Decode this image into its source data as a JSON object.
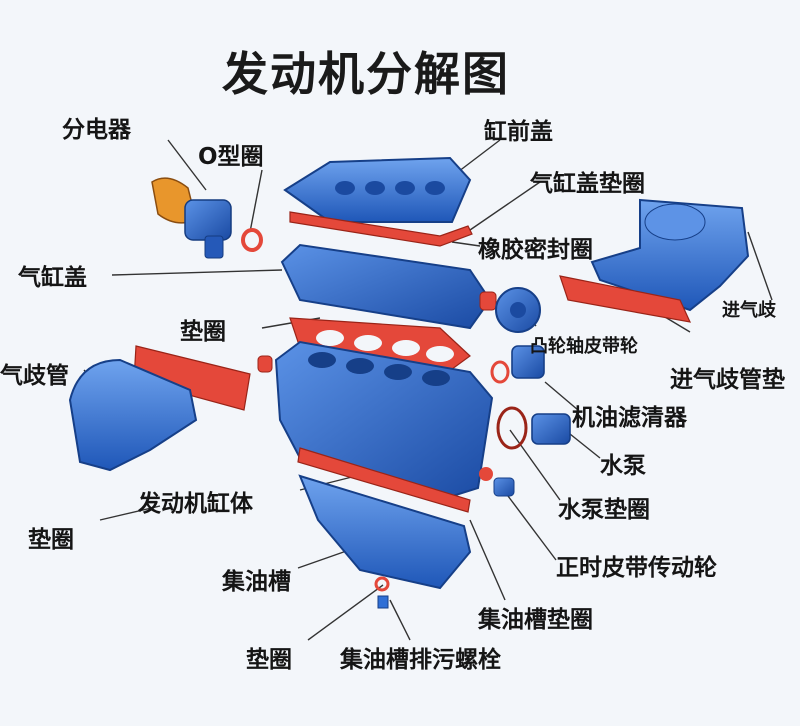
{
  "title": "发动机分解图",
  "labels": {
    "distributor": "分电器",
    "o_ring": "O型圈",
    "cylinder_head_cover": "缸前盖",
    "head_cover_gasket": "气缸盖垫圈",
    "rubber_seal": "橡胶密封圈",
    "cylinder_head": "气缸盖",
    "intake_manifold": "进气歧",
    "camshaft_belt_pulley": "凸轮轴皮带轮",
    "head_gasket": "垫圈",
    "intake_manifold_gasket": "进气歧管垫",
    "exhaust_manifold": "气歧管",
    "oil_filter": "机油滤清器",
    "water_pump": "水泵",
    "engine_block": "发动机缸体",
    "water_pump_gasket": "水泵垫圈",
    "exhaust_gasket": "垫圈",
    "oil_sump": "集油槽",
    "timing_belt_pulley": "正时皮带传动轮",
    "sump_gasket": "集油槽垫圈",
    "drain_washer": "垫圈",
    "drain_bolt": "集油槽排污螺栓"
  },
  "colors": {
    "part_blue": "#2f6fd6",
    "part_dark_blue": "#1d4fa8",
    "gasket_red": "#e4483a",
    "leader_line": "#333333",
    "distributor_orange": "#e8962c"
  }
}
